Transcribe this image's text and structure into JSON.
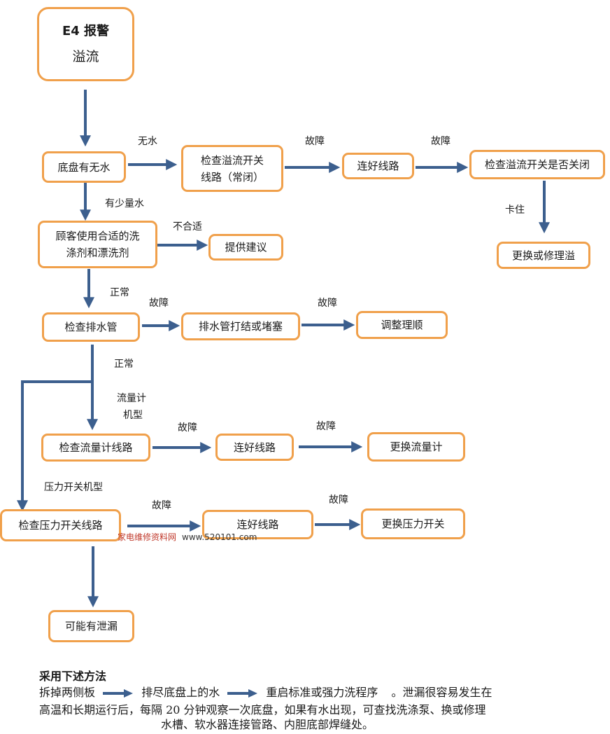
{
  "nodes": {
    "start": {
      "line1": "E4 报警",
      "line2": "溢流"
    },
    "chassis_water": "底盘有无水",
    "check_overflow_circuit": {
      "line1": "检查溢流开关",
      "line2": "线路（常闭）"
    },
    "connect_line_1": "连好线路",
    "check_overflow_closed": "检查溢流开关是否关闭",
    "replace_or_repair": "更换或修理溢",
    "detergent": {
      "line1": "顾客使用合适的洗",
      "line2": "涤剂和漂洗剂"
    },
    "advice": "提供建议",
    "check_drain": "检查排水管",
    "drain_knot": "排水管打结或堵塞",
    "adjust": "调整理顺",
    "check_flowmeter": "检查流量计线路",
    "connect_line_2": "连好线路",
    "replace_flowmeter": "更换流量计",
    "check_pressure": "检查压力开关线路",
    "connect_line_3": "连好线路",
    "replace_pressure": "更换压力开关",
    "leak": "可能有泄漏"
  },
  "labels": {
    "no_water": "无水",
    "fault_1": "故障",
    "fault_2": "故障",
    "stuck": "卡住",
    "little_water": "有少量水",
    "not_suitable": "不合适",
    "normal_1": "正常",
    "fault_3": "故障",
    "fault_4": "故障",
    "normal_2": "正常",
    "flowmeter_model_1": "流量计",
    "flowmeter_model_2": "机型",
    "fault_5": "故障",
    "fault_6": "故障",
    "pressure_model": "压力开关机型",
    "fault_7": "故障",
    "fault_8": "故障"
  },
  "watermark": {
    "site": "家电维修资料网",
    "url": "www.520101.com"
  },
  "method": {
    "title": "采用下述方法",
    "step1": "拆掉两侧板",
    "step2": "排尽底盘上的水",
    "step3": "重启标准或强力洗程序",
    "line1_rest": "。泄漏很容易发生在",
    "line2": "高温和长期运行后，每隔 20 分钟观察一次底盘，如果有水出现，可查找洗涤泵、换或修理",
    "line3": "水槽、软水器连接管路、内胆底部焊缝处。"
  },
  "colors": {
    "box_border": "#f0a04b",
    "arrow": "#3c5f8e"
  }
}
